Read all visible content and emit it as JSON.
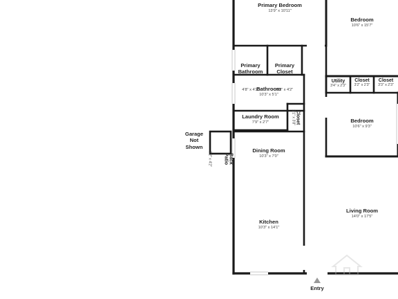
{
  "rooms": {
    "primary_bedroom": {
      "name": "Primary Bedroom",
      "dims": "13'9\" x 10'11\""
    },
    "bedroom_1": {
      "name": "Bedroom",
      "dims": "10'6\" x 15'7\""
    },
    "primary_bathroom": {
      "name": "Primary\nBathroom",
      "dims": "4'8\" x 4'2\""
    },
    "primary_closet": {
      "name": "Primary\nCloset",
      "dims": "5'2\" x 4'2\""
    },
    "utility": {
      "name": "Utility",
      "dims": "3'4\" x 2'3\""
    },
    "closet_1": {
      "name": "Closet",
      "dims": "3'2\" x 2'3\""
    },
    "closet_2": {
      "name": "Closet",
      "dims": "3'3\" x 2'3\""
    },
    "bathroom": {
      "name": "Bathroom",
      "dims": "10'3\" x 5'1\""
    },
    "bedroom_2": {
      "name": "Bedroom",
      "dims": "10'6\" x 9'3\""
    },
    "laundry_room": {
      "name": "Laundry Room",
      "dims": "7'9\" x 2'7\""
    },
    "closet_3": {
      "name": "Closet",
      "dims": "2'1\" x 3'8\""
    },
    "back_patio": {
      "name": "Back\nPatio",
      "dims": "3'2\" x 4'2\""
    },
    "dining_room": {
      "name": "Dining Room",
      "dims": "10'3\" x 7'0\""
    },
    "kitchen": {
      "name": "Kitchen",
      "dims": "10'3\" x 14'1\""
    },
    "living_room": {
      "name": "Living Room",
      "dims": "14'0\" x 17'5\""
    }
  },
  "garage_note": "Garage\nNot\nShown",
  "entry_label": "Entry",
  "colors": {
    "wall": "#1a1a1a",
    "interior_wall": "#222222",
    "text": "#222222",
    "marker": "#999999"
  },
  "icons": {
    "entry": "triangle-up-icon",
    "watermark": "house-logo-icon"
  }
}
